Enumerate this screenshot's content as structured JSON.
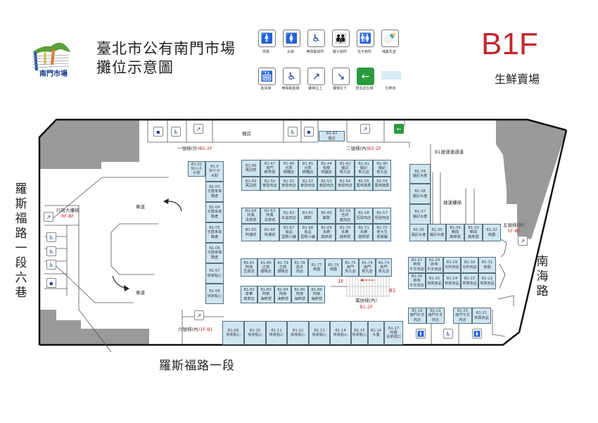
{
  "header": {
    "logo_text": "南門市場",
    "title_line1": "臺北市公有南門市場",
    "title_line2": "攤位示意圖",
    "floor": "B1F",
    "floor_subtitle": "生鮮賣場"
  },
  "legend": [
    {
      "icon": "male-restroom-icon",
      "label": "男廁",
      "color": "#1a8fc9"
    },
    {
      "icon": "female-restroom-icon",
      "label": "女廁",
      "color": "#e0578a"
    },
    {
      "icon": "accessible-restroom-icon",
      "label": "無障礙廁所",
      "color": "#1b3f8c"
    },
    {
      "icon": "family-restroom-icon",
      "label": "親子廁所",
      "color": "#1b3f8c"
    },
    {
      "icon": "gender-neutral-restroom-icon",
      "label": "性平廁所",
      "color": "#8a2a8c"
    },
    {
      "icon": "nursing-room-icon",
      "label": "哺集乳室",
      "color": "#c0307a"
    },
    {
      "icon": "freight-elevator-icon",
      "label": "客貨梯",
      "color": "#1b3f8c"
    },
    {
      "icon": "accessible-elevator-icon",
      "label": "無障礙客梯",
      "color": "#1b3f8c"
    },
    {
      "icon": "stairs-up-icon",
      "label": "樓梯往上",
      "color": "#1b3f8c"
    },
    {
      "icon": "stairs-down-icon",
      "label": "樓梯往下",
      "color": "#1b3f8c"
    },
    {
      "icon": "emergency-exit-icon",
      "label": "緊急逃生梯",
      "color": "#2a9a3c"
    },
    {
      "icon": "fresh-area-swatch",
      "label": "生鮮商",
      "color": "#d6ecf6"
    }
  ],
  "map": {
    "machine_room": "機房",
    "elevator1": {
      "name": "一號梯(外)",
      "floors": "B5-2F"
    },
    "elevator2": {
      "name": "二號梯(內)",
      "floors": "B2-2F"
    },
    "elevator5": {
      "name": "五號梯(外)",
      "floors": "1F-BF"
    },
    "elevator6": {
      "name": "六號梯(內)",
      "floors": "1F-B1"
    },
    "admin_elevator": {
      "name": "行政大樓梯",
      "floors": "RF-BF"
    },
    "escalator": {
      "name": "電扶梯(內)",
      "floors": "B1-2F",
      "top": "1F",
      "bottom": "B1"
    },
    "mrt_passage": "B1捷運連通道",
    "mrt_stairs": "捷運樓梯",
    "driveway_top": "車道",
    "driveway_bottom": "車道",
    "road_left": "羅斯福路一段六巷",
    "road_bottom": "羅斯福路一段",
    "road_right": "南海路"
  },
  "stalls": [
    {
      "id": "B1-01",
      "name": "好小子\n水餃"
    },
    {
      "id": "B1-0",
      "name": "好小子\n水餃"
    },
    {
      "id": "B1-03",
      "name": "光隆家禽\n蔬產"
    },
    {
      "id": "B1-04",
      "name": "光隆家禽\n蔬產"
    },
    {
      "id": "B1-05",
      "name": "光隆家禽\n蔬產"
    },
    {
      "id": "B1-06",
      "name": "光隆家禽\n蔬產"
    },
    {
      "id": "B1-07",
      "name": "徐家點心"
    },
    {
      "id": "B1-08",
      "name": "徐家點心"
    },
    {
      "id": "B1-09",
      "name": "徐家點心"
    },
    {
      "id": "B1-10",
      "name": "徐家點心"
    },
    {
      "id": "B1-11",
      "name": "徐家點心"
    },
    {
      "id": "B1-12",
      "name": "徐家點心"
    },
    {
      "id": "B1-13",
      "name": "徐家點心"
    },
    {
      "id": "B1-14",
      "name": "徐家點心"
    },
    {
      "id": "B1-15",
      "name": "徐家點心"
    },
    {
      "id": "B1-16",
      "name": "大連"
    },
    {
      "id": "B1-17",
      "name": "阿展\n青菜號口"
    },
    {
      "id": "B1-18",
      "name": "南門牛羊\n肉店"
    },
    {
      "id": "B1-19",
      "name": "南門牛羊\n肉店"
    },
    {
      "id": "B1-20",
      "name": "南門牛羊\n肉店"
    },
    {
      "id": "B1-21",
      "name": "常興食品"
    },
    {
      "id": "B1-22",
      "name": "常興食品"
    },
    {
      "id": "B1-23",
      "name": "常興食品"
    },
    {
      "id": "B1-24",
      "name": "常興食品"
    },
    {
      "id": "B1-25",
      "name": "常興食品"
    },
    {
      "id": "B1-26",
      "name": "新味\n牛羊肉店"
    },
    {
      "id": "B1-27",
      "name": "新味\n牛羊肉店"
    },
    {
      "id": "B1-28",
      "name": "新味\n牛羊肉店"
    },
    {
      "id": "B1-29",
      "name": "允利肉店"
    },
    {
      "id": "B1-30",
      "name": "允利肉店"
    },
    {
      "id": "B1-31",
      "name": "南園"
    },
    {
      "id": "B1-32",
      "name": "南園"
    },
    {
      "id": "B1-33",
      "name": "朝成\n蔬菜號"
    },
    {
      "id": "B1-34",
      "name": "朝成\n蔬菜號"
    },
    {
      "id": "B1-35",
      "name": "儷記水產"
    },
    {
      "id": "B1-36",
      "name": "儷記水產"
    },
    {
      "id": "B1-37",
      "name": "儷記水產"
    },
    {
      "id": "B1-38",
      "name": "儷記水產"
    },
    {
      "id": "B1-39",
      "name": "儷記水產"
    },
    {
      "id": "B1-40",
      "name": "儷記\n魚丸店"
    },
    {
      "id": "B1-41",
      "name": "儷記\n魚丸店"
    },
    {
      "id": "B1-42",
      "name": "儷記\n魚丸店"
    },
    {
      "id": "B1-43",
      "name": "儷記"
    },
    {
      "id": "B1-44",
      "name": "金龍\n肉舖店"
    },
    {
      "id": "B1-45",
      "name": "合興\n糕糰店"
    },
    {
      "id": "B1-46",
      "name": "合興\n糕糰店"
    },
    {
      "id": "B1-47",
      "name": "南門\n鮮魚號"
    },
    {
      "id": "B1-48",
      "name": "萬冠號"
    },
    {
      "id": "B1-49",
      "name": "萬冠號"
    },
    {
      "id": "B1-50",
      "name": "泰發肉店"
    },
    {
      "id": "B1-51",
      "name": "泰發肉店"
    },
    {
      "id": "B1-52",
      "name": "泰發肉店"
    },
    {
      "id": "B1-53",
      "name": "泰發肉店"
    },
    {
      "id": "B1-54",
      "name": "泰發肉店"
    },
    {
      "id": "B1-55",
      "name": "農林蔬果"
    },
    {
      "id": "B1-56",
      "name": "農林蔬果"
    },
    {
      "id": "B1-57",
      "name": "恆發肉店"
    },
    {
      "id": "B1-58",
      "name": "恆發肉店"
    },
    {
      "id": "B1-59",
      "name": "吉祥\n雞肉店"
    },
    {
      "id": "B1-60",
      "name": "麟群"
    },
    {
      "id": "B1-61",
      "name": "麟群"
    },
    {
      "id": "B1-62",
      "name": "永益肉店"
    },
    {
      "id": "B1-63",
      "name": "阿風\n青菜號"
    },
    {
      "id": "B1-64",
      "name": "阿風\n青菜號"
    },
    {
      "id": "B1-65",
      "name": "阿潘號"
    },
    {
      "id": "B1-66",
      "name": "阿潘號"
    },
    {
      "id": "B1-67",
      "name": "良品\n蛋類小舖"
    },
    {
      "id": "B1-68",
      "name": "良品\n蛋類小舖"
    },
    {
      "id": "B1-69",
      "name": "永勝\n蔬菜號"
    },
    {
      "id": "B1-70",
      "name": "永勝\n蔬菜號"
    },
    {
      "id": "B1-71",
      "name": "永勝\n蔬菜號"
    },
    {
      "id": "B1-72",
      "name": "老大生\n香腸舖"
    },
    {
      "id": "B1-73",
      "name": "南門\n魚丸店"
    },
    {
      "id": "B1-74",
      "name": "南門\n魚丸店"
    },
    {
      "id": "B1-75",
      "name": "南門\n魚丸店"
    },
    {
      "id": "B1-76",
      "name": "南園"
    },
    {
      "id": "B1-77",
      "name": "南園"
    },
    {
      "id": "B1-78",
      "name": "昌本\n肉店"
    },
    {
      "id": "B1-79",
      "name": "正興\n雞鴨店"
    },
    {
      "id": "B1-80",
      "name": "正興\n雞鴨店"
    },
    {
      "id": "B1-81",
      "name": "阿滿\n豆腐店"
    },
    {
      "id": "B1-82",
      "name": "章華\n蔬菜店"
    },
    {
      "id": "B1-83",
      "name": "阿榮\n海鮮號"
    },
    {
      "id": "B1-84",
      "name": "阿榮\n海鮮號"
    },
    {
      "id": "B1-85",
      "name": "阿榮\n海鮮號"
    },
    {
      "id": "B1-86",
      "name": "阿榮\n海鮮號"
    }
  ]
}
